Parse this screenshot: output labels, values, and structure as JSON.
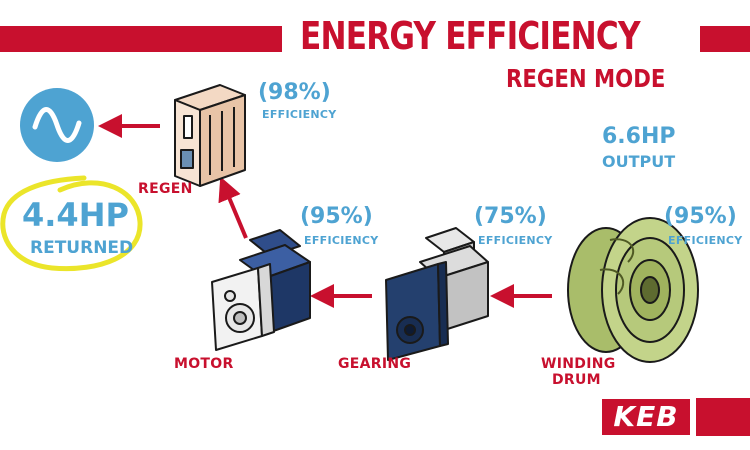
{
  "header": {
    "title": "ENERGY EFFICIENCY",
    "subtitle": "REGEN MODE"
  },
  "output": {
    "value": "6.6HP",
    "label": "OUTPUT"
  },
  "returned": {
    "value": "4.4HP",
    "label": "RETURNED"
  },
  "components": {
    "regen": {
      "label": "REGEN",
      "efficiency": "(98%)",
      "efficiency_label": "EFFICIENCY"
    },
    "motor": {
      "label": "MOTOR",
      "efficiency": "(95%)",
      "efficiency_label": "EFFICIENCY"
    },
    "gearing": {
      "label": "GEARING",
      "efficiency": "(75%)",
      "efficiency_label": "EFFICIENCY"
    },
    "drum": {
      "label_line1": "WINDING",
      "label_line2": "DRUM",
      "efficiency": "(95%)",
      "efficiency_label": "EFFICIENCY"
    }
  },
  "logo": {
    "text": "KEB"
  },
  "colors": {
    "brand_red": "#c8102e",
    "accent_blue": "#4ea3d2",
    "highlight_yellow": "#ebe52a",
    "drum_green": "#a9bd6a"
  },
  "icons": [
    "ac-sine-icon",
    "regen-drive-icon",
    "motor-icon",
    "gearbox-icon",
    "winding-drum-icon",
    "flow-arrow-icon"
  ]
}
